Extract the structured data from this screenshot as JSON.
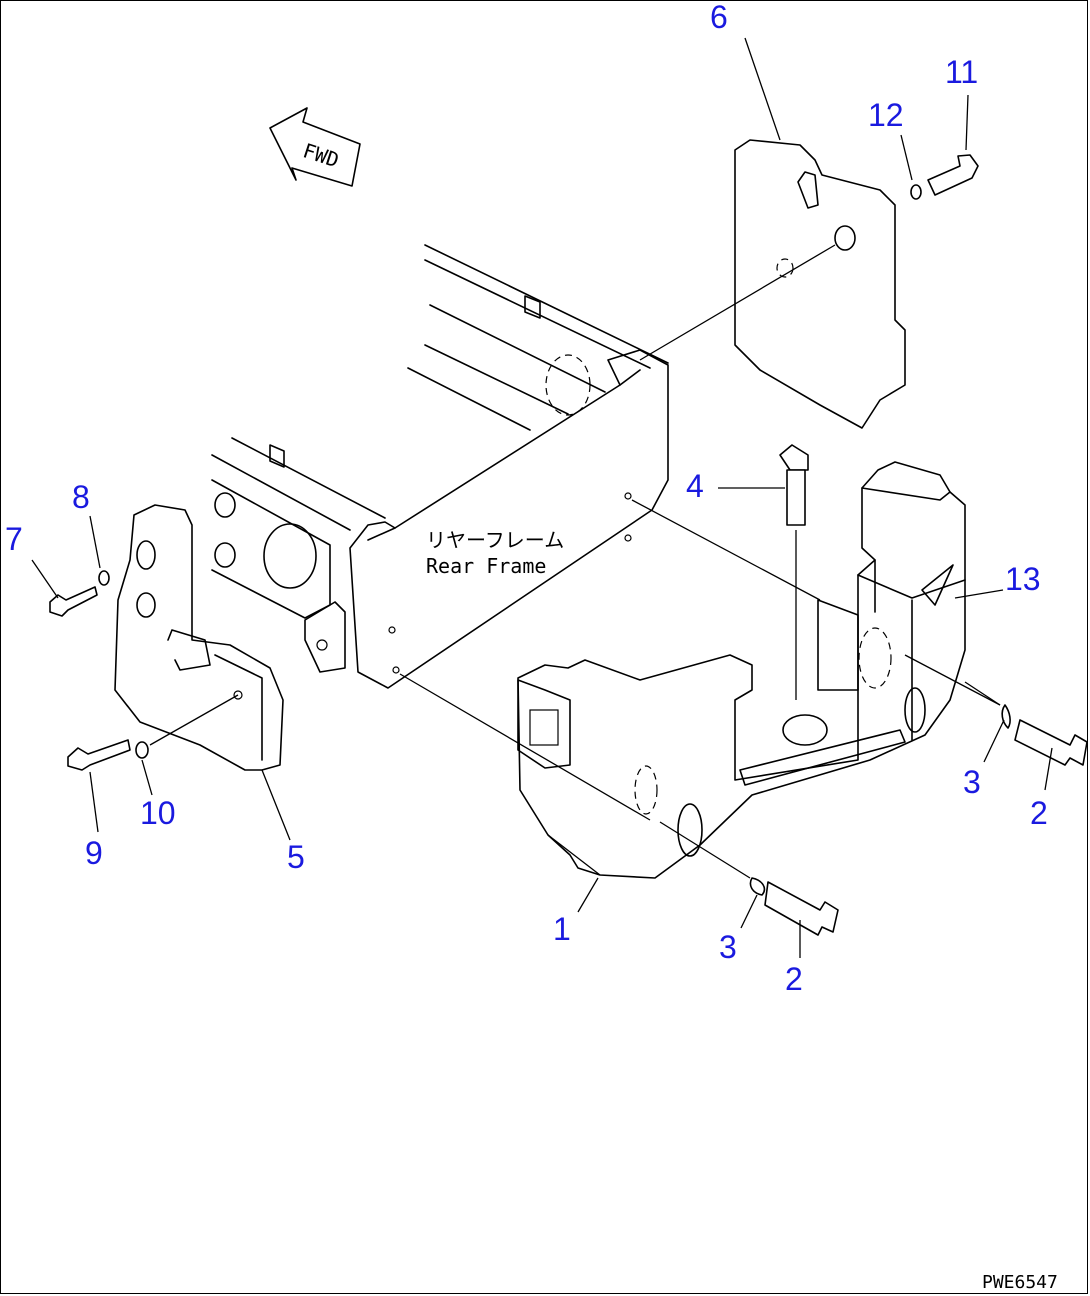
{
  "drawing_code": "PWE6547",
  "fwd_label": "FWD",
  "frame_label_jp": "リヤーフレーム",
  "frame_label_en": "Rear Frame",
  "callout_color": "#1a1adf",
  "callouts": {
    "c1": "1",
    "c2a": "2",
    "c2b": "2",
    "c3a": "3",
    "c3b": "3",
    "c4": "4",
    "c5": "5",
    "c6": "6",
    "c7": "7",
    "c8": "8",
    "c9": "9",
    "c10": "10",
    "c11": "11",
    "c12": "12",
    "c13": "13"
  }
}
